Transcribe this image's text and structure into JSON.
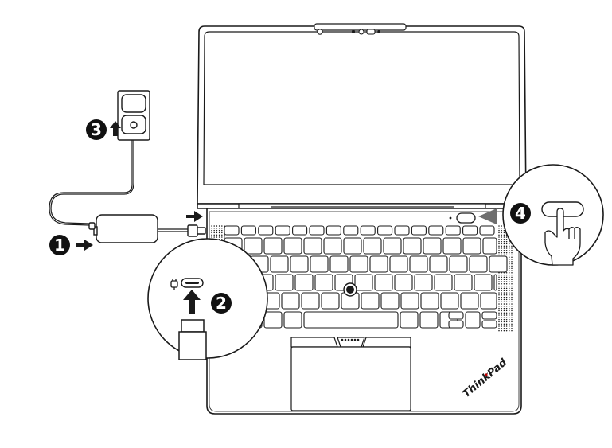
{
  "brand_logo": "ThinkPad",
  "steps": [
    {
      "number": "1",
      "description": "connect-cable-to-adapter"
    },
    {
      "number": "2",
      "description": "connect-usb-c-to-laptop"
    },
    {
      "number": "3",
      "description": "plug-into-outlet"
    },
    {
      "number": "4",
      "description": "press-power-button"
    }
  ],
  "icons": [
    "power-plug-icon",
    "usb-c-port-icon",
    "hand-pointer-icon",
    "arrow-icon"
  ],
  "colors": {
    "line": "#1a1a1a",
    "fill": "#ffffff",
    "step_badge": "#111111",
    "arrow_gray": "#6e6e6e"
  }
}
